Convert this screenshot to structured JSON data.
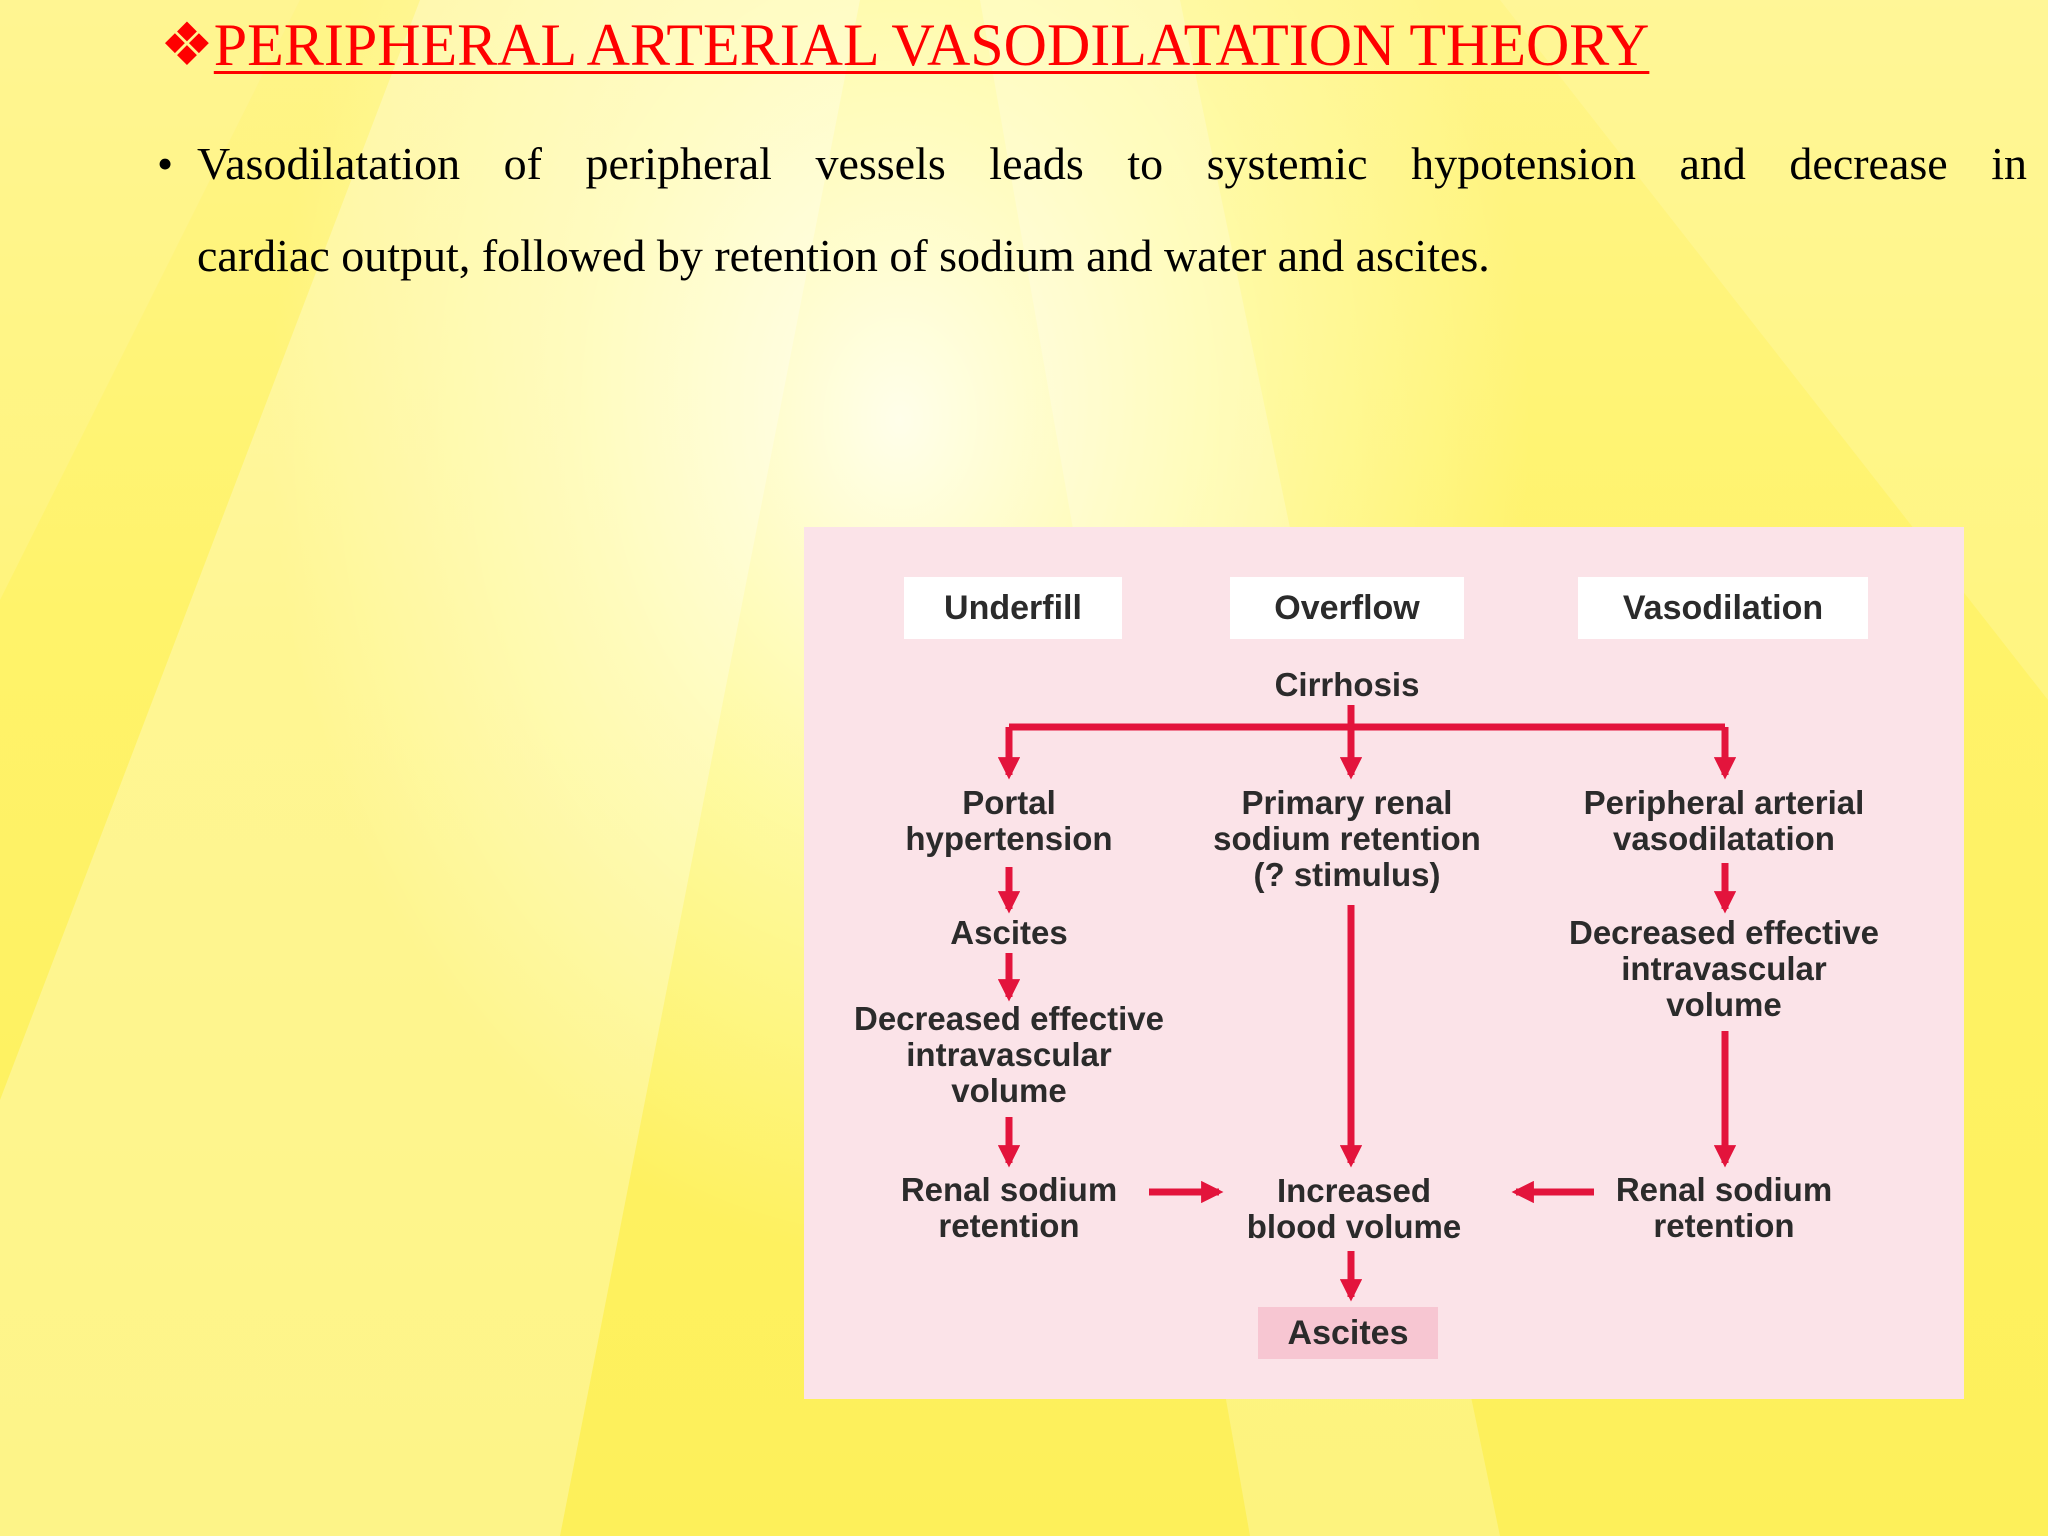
{
  "slide": {
    "title_symbol": "❖",
    "title": "PERIPHERAL ARTERIAL VASODILATATION THEORY",
    "bullet_symbol": "•",
    "bullet_line1": "Vasodilatation of peripheral vessels leads to systemic hypotension and decrease in",
    "bullet_line2": "cardiac output, followed by retention of sodium and water and ascites."
  },
  "diagram": {
    "headers": [
      "Underfill",
      "Overflow",
      "Vasodilation"
    ],
    "root": "Cirrhosis",
    "left": {
      "step1": [
        "Portal",
        "hypertension"
      ],
      "step2": [
        "Ascites"
      ],
      "step3": [
        "Decreased effective",
        "intravascular",
        "volume"
      ],
      "step4": [
        "Renal sodium",
        "retention"
      ]
    },
    "middle": {
      "step1": [
        "Primary renal",
        "sodium retention",
        "(? stimulus)"
      ],
      "step2": [
        "Increased",
        "blood volume"
      ],
      "final": "Ascites"
    },
    "right": {
      "step1": [
        "Peripheral arterial",
        "vasodilatation"
      ],
      "step2": [
        "Decreased effective",
        "intravascular",
        "volume"
      ],
      "step3": [
        "Renal sodium",
        "retention"
      ]
    },
    "colors": {
      "arrow": "#e3143c",
      "panel": "#fbe3e8",
      "final_box": "#f7c6d2"
    }
  }
}
